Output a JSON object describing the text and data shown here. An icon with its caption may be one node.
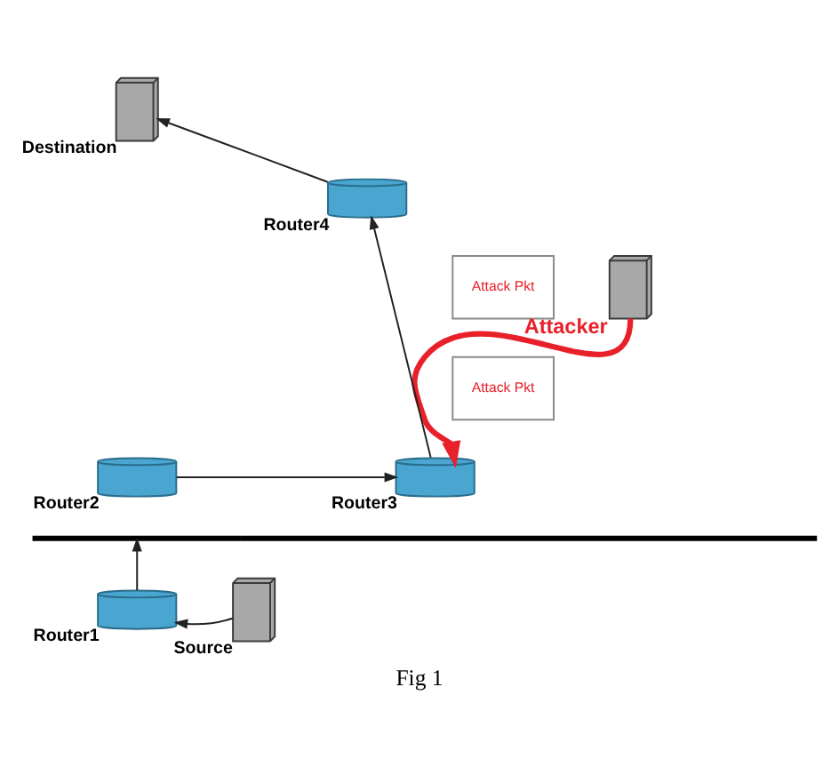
{
  "diagram": {
    "caption": "Fig 1",
    "nodes": [
      {
        "text": [],
        "shape": "picture",
        "beside": [
          "Destination"
        ]
      },
      {
        "text": [],
        "shape": "cylinder",
        "beside": [
          "Router4"
        ]
      },
      {
        "text": [
          "Attack Pkt"
        ]
      },
      {
        "text": [],
        "shape": "picture",
        "beside": [
          "Attacker"
        ]
      },
      {
        "text": [
          "Attack Pkt"
        ]
      },
      {
        "text": [],
        "shape": "cylinder",
        "beside": [
          "Router2"
        ]
      },
      {
        "text": [],
        "shape": "cylinder",
        "beside": [
          "Router3"
        ]
      },
      {
        "text": [],
        "shape": "bar"
      },
      {
        "text": [],
        "shape": "cylinder",
        "beside": [
          "Router1"
        ]
      },
      {
        "text": [],
        "shape": "picture",
        "beside": [
          "Source"
        ]
      }
    ],
    "edges": [
      {
        "from": 9,
        "to": 8,
        "arrow": "to"
      },
      {
        "from": 8,
        "to": 7,
        "arrow": "to"
      },
      {
        "from": 5,
        "to": 6,
        "arrow": "to"
      },
      {
        "from": 3,
        "to": 6,
        "arrow": "to",
        "style": "thick",
        "color": "#e8202a"
      },
      {
        "from": 6,
        "to": 1,
        "arrow": "to"
      },
      {
        "from": 1,
        "to": 0,
        "arrow": "to"
      }
    ]
  }
}
